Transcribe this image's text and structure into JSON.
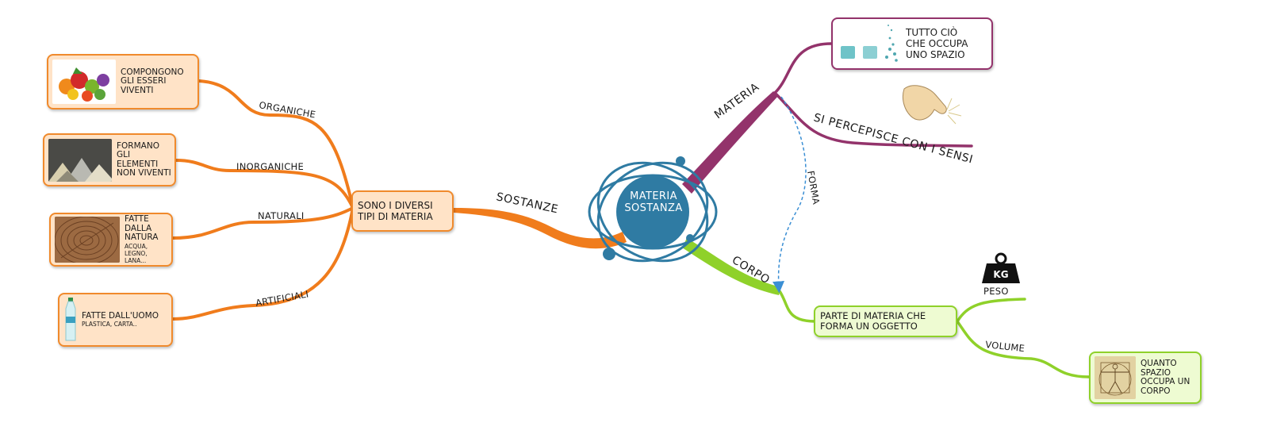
{
  "center": {
    "line1": "MATERIA",
    "line2": "SOSTANZA"
  },
  "branches": {
    "sostanze": "SOSTANZE",
    "materia": "MATERIA",
    "corpo": "CORPO",
    "forma": "FORMA",
    "si_percepisce": "SI PERCEPISCE CON I SENSI",
    "peso": "PESO",
    "volume": "VOLUME",
    "organiche": "ORGANICHE",
    "inorganiche": "INORGANICHE",
    "naturali": "NATURALI",
    "artificiali": "ARTIFICIALI"
  },
  "nodes": {
    "sono_diversi": {
      "line1": "SONO I DIVERSI",
      "line2": "TIPI DI MATERIA"
    },
    "organiche_text": {
      "line1": "COMPONGONO",
      "line2": "GLI ESSERI",
      "line3": "VIVENTI"
    },
    "inorganiche_text": {
      "line1": "FORMANO",
      "line2": "GLI",
      "line3": "ELEMENTI",
      "line4": "NON VIVENTI"
    },
    "naturali_text": {
      "line1": "FATTE",
      "line2": "DALLA",
      "line3": "NATURA",
      "small1": "ACQUA,",
      "small2": "LEGNO,",
      "small3": "LANA..."
    },
    "artificiali_text": {
      "line1": "FATTE DALL'UOMO",
      "small1": "PLASTICA, CARTA.."
    },
    "materia_def": {
      "line1": "TUTTO CIÒ",
      "line2": "CHE OCCUPA",
      "line3": "UNO SPAZIO"
    },
    "corpo_def": {
      "line1": "PARTE DI MATERIA CHE",
      "line2": "FORMA UN OGGETTO"
    },
    "volume_def": {
      "line1": "QUANTO",
      "line2": "SPAZIO",
      "line3": "OCCUPA UN",
      "line4": "CORPO"
    }
  },
  "icons": {
    "weight_label": "KG",
    "weight_icon": "kettlebell-weight-icon",
    "hand_icon": "touching-hand-icon",
    "fruit_icon": "fruits-vegetables-picture",
    "sand_icon": "mineral-sand-piles-picture",
    "wood_icon": "wood-rings-picture",
    "bottle_icon": "plastic-bottle-picture",
    "molecules_icon": "states-of-matter-picture",
    "vitruvian_icon": "vitruvian-man-picture"
  },
  "colors": {
    "orange": "#f07c1c",
    "purple": "#93336b",
    "green": "#8fd12a",
    "center": "#2f7ba3",
    "dashed": "#3b8fd4"
  }
}
